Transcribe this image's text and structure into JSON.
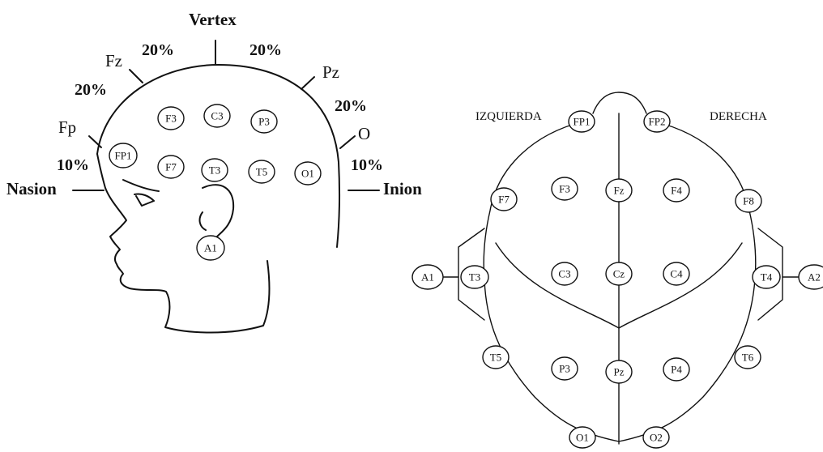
{
  "side_view": {
    "landmarks": {
      "vertex": "Vertex",
      "fz": "Fz",
      "pz": "Pz",
      "fp": "Fp",
      "o": "O",
      "nasion": "Nasion",
      "inion": "Inion"
    },
    "percentages": {
      "fz_vertex": "20%",
      "vertex_pz": "20%",
      "fp_fz": "20%",
      "pz_o": "20%",
      "nasion_fp": "10%",
      "o_inion": "10%"
    },
    "electrodes": {
      "f3": "F3",
      "c3": "C3",
      "p3": "P3",
      "fp1": "FP1",
      "f7": "F7",
      "t3": "T3",
      "t5": "T5",
      "o1": "O1",
      "a1": "A1"
    }
  },
  "top_view": {
    "left_label": "IZQUIERDA",
    "right_label": "DERECHA",
    "electrodes": {
      "fp1": "FP1",
      "fp2": "FP2",
      "f7": "F7",
      "f3": "F3",
      "fz": "Fz",
      "f4": "F4",
      "f8": "F8",
      "a1": "A1",
      "t3": "T3",
      "c3": "C3",
      "cz": "Cz",
      "c4": "C4",
      "t4": "T4",
      "a2": "A2",
      "t5": "T5",
      "p3": "P3",
      "pz": "Pz",
      "p4": "P4",
      "t6": "T6",
      "o1": "O1",
      "o2": "O2"
    }
  }
}
